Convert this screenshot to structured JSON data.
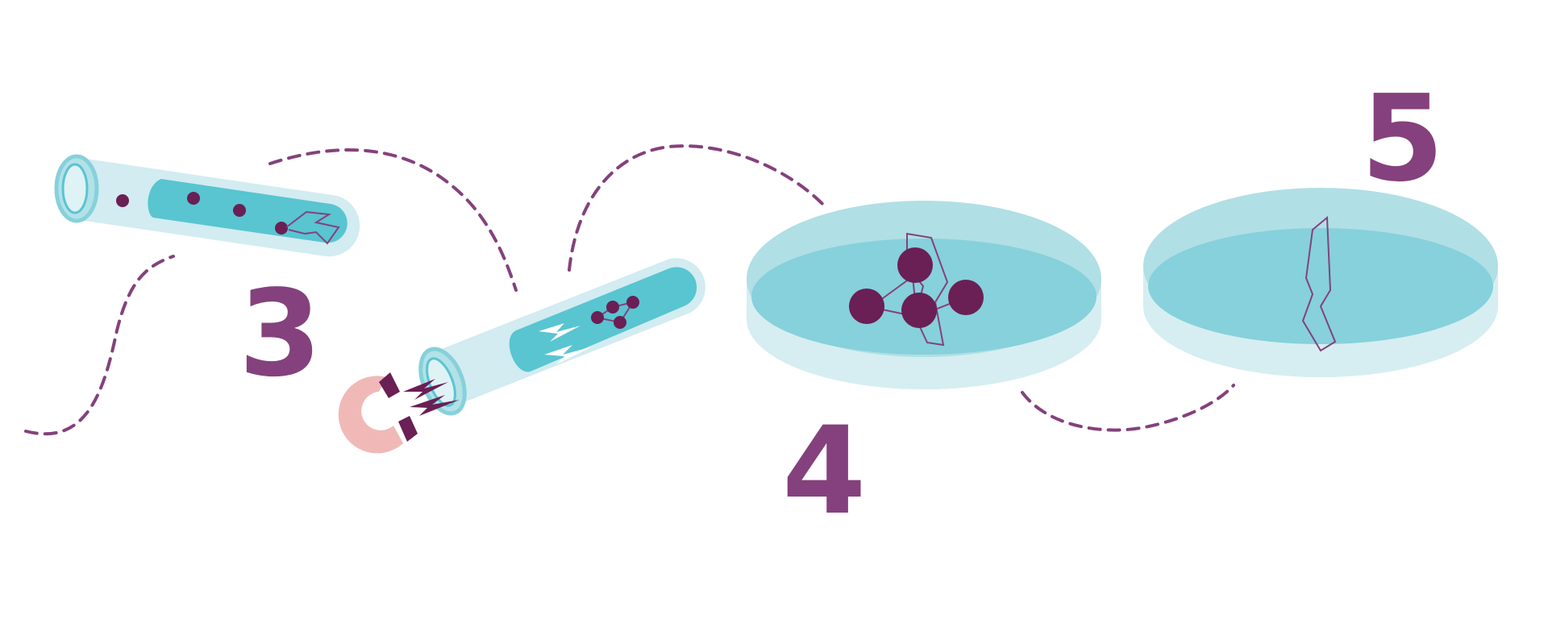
{
  "steps": {
    "three": "3",
    "four": "4",
    "five": "5"
  },
  "colors": {
    "purple": "#84417d",
    "dark_purple": "#6a1f55",
    "tube_glass": "#d2ecf1",
    "tube_liquid": "#58c5d1",
    "dish_outer": "#d6eef1",
    "dish_rim": "#b0dfe5",
    "dish_inner": "#86d1db",
    "magnet_pink": "#f0b9b7"
  },
  "icons": [
    "test-tube-icon",
    "test-tube-icon",
    "magnet-icon",
    "lightning-icon",
    "petri-dish-icon",
    "petri-dish-icon",
    "molecule-icon",
    "dna-fragment-icon"
  ]
}
